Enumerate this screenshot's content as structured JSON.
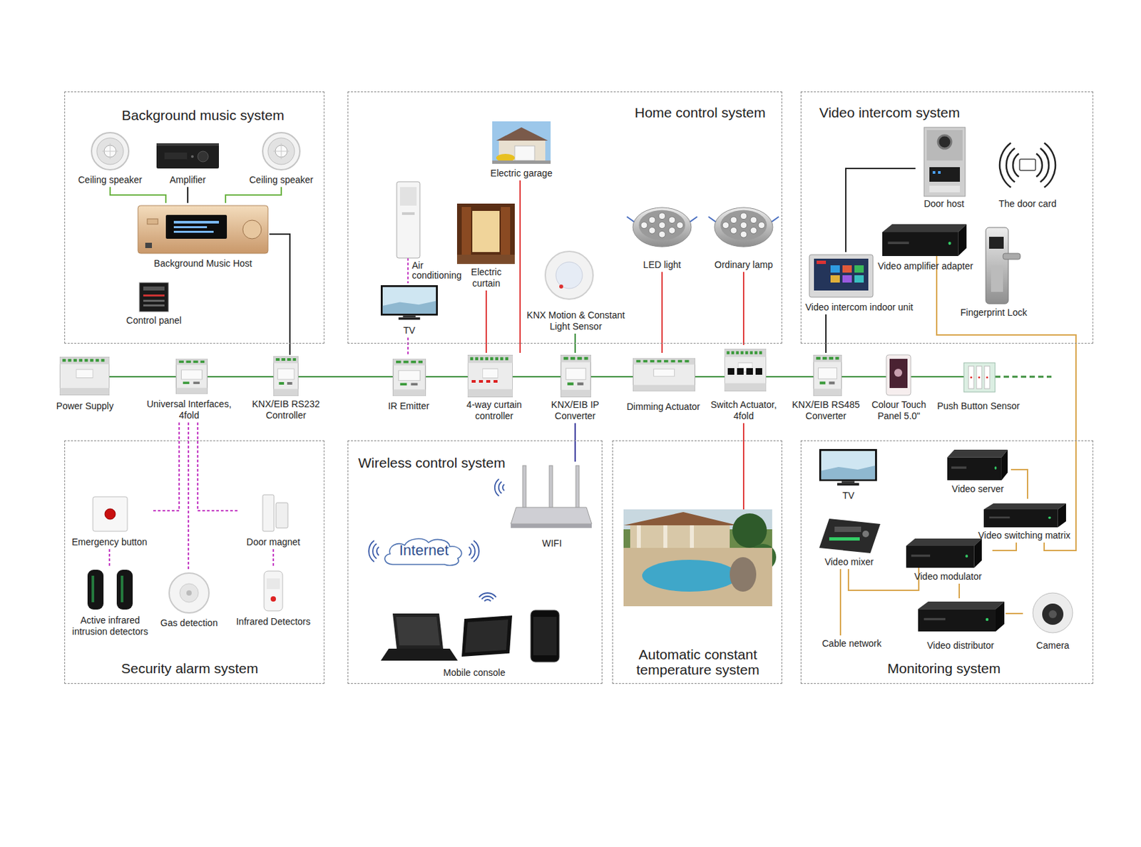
{
  "diagram": {
    "nodes": [
      {
        "text": [
          "Background music system"
        ]
      },
      {
        "text": [
          "Ceiling speaker"
        ],
        "in": 0
      },
      {
        "text": [
          "Amplifier"
        ],
        "in": 0
      },
      {
        "text": [
          "Ceiling speaker"
        ],
        "in": 0
      },
      {
        "text": [
          "Background Music Host"
        ],
        "in": 0
      },
      {
        "text": [
          "Control panel"
        ],
        "in": 0
      },
      {
        "text": [
          "Home control system"
        ]
      },
      {
        "text": [
          "Electric garage"
        ],
        "in": 6
      },
      {
        "text": [
          "Air conditioning"
        ],
        "in": 6
      },
      {
        "text": [
          "Electric curtain"
        ],
        "in": 6
      },
      {
        "text": [
          "TV"
        ],
        "in": 6
      },
      {
        "text": [
          "KNX Motion & Constant Light Sensor"
        ],
        "in": 6
      },
      {
        "text": [
          "LED light"
        ],
        "in": 6
      },
      {
        "text": [
          "Ordinary lamp"
        ],
        "in": 6
      },
      {
        "text": [
          "Video intercom system"
        ]
      },
      {
        "text": [
          "Door host"
        ],
        "in": 14
      },
      {
        "text": [
          "The door card"
        ],
        "in": 14
      },
      {
        "text": [
          "Video amplifier adapter"
        ],
        "in": 14
      },
      {
        "text": [
          "Video intercom indoor unit"
        ],
        "in": 14
      },
      {
        "text": [
          "Fingerprint Lock"
        ],
        "in": 14
      },
      {
        "text": [
          "Power Supply"
        ]
      },
      {
        "text": [
          "Universal Interfaces, 4fold"
        ]
      },
      {
        "text": [
          "KNX/EIB RS232 Controller"
        ]
      },
      {
        "text": [
          "IR Emitter"
        ]
      },
      {
        "text": [
          "4-way curtain controller"
        ]
      },
      {
        "text": [
          "KNX/EIB IP Converter"
        ]
      },
      {
        "text": [
          "Dimming Actuator"
        ]
      },
      {
        "text": [
          "Switch Actuator, 4fold"
        ]
      },
      {
        "text": [
          "KNX/EIB RS485 Converter"
        ]
      },
      {
        "text": [
          "Colour Touch Panel 5.0\""
        ]
      },
      {
        "text": [
          "Push Button Sensor"
        ]
      },
      {
        "text": [
          "Security alarm system"
        ]
      },
      {
        "text": [
          "Emergency button"
        ],
        "in": 31
      },
      {
        "text": [
          "Door magnet"
        ],
        "in": 31
      },
      {
        "text": [
          "Active infrared intrusion detectors"
        ],
        "in": 31
      },
      {
        "text": [
          "Gas detection"
        ],
        "in": 31
      },
      {
        "text": [
          "Infrared Detectors"
        ],
        "in": 31
      },
      {
        "text": [
          "Wireless control system"
        ]
      },
      {
        "text": [
          "WIFI"
        ],
        "in": 37
      },
      {
        "text": [
          "Internet"
        ],
        "in": 37
      },
      {
        "text": [
          "Mobile console"
        ],
        "in": 37
      },
      {
        "text": [
          "Automatic constant temperature system"
        ]
      },
      {
        "text": [
          "Monitoring system"
        ]
      },
      {
        "text": [
          "TV"
        ],
        "in": 42
      },
      {
        "text": [
          "Video server"
        ],
        "in": 42
      },
      {
        "text": [
          "Video switching matrix"
        ],
        "in": 42
      },
      {
        "text": [
          "Video mixer"
        ],
        "in": 42
      },
      {
        "text": [
          "Video modulator"
        ],
        "in": 42
      },
      {
        "text": [
          "Cable network"
        ],
        "in": 42
      },
      {
        "text": [
          "Video distributor"
        ],
        "in": 42
      },
      {
        "text": [
          "Camera"
        ],
        "in": 42
      }
    ],
    "edges": [
      {
        "from": 20,
        "to": 21,
        "arrow": "none"
      },
      {
        "from": 21,
        "to": 22,
        "arrow": "none"
      },
      {
        "from": 22,
        "to": 23,
        "arrow": "none"
      },
      {
        "from": 23,
        "to": 24,
        "arrow": "none"
      },
      {
        "from": 24,
        "to": 25,
        "arrow": "none"
      },
      {
        "from": 25,
        "to": 26,
        "arrow": "none"
      },
      {
        "from": 26,
        "to": 27,
        "arrow": "none"
      },
      {
        "from": 27,
        "to": 28,
        "arrow": "none"
      },
      {
        "from": 28,
        "to": 29,
        "arrow": "none"
      },
      {
        "from": 29,
        "to": 30,
        "arrow": "none"
      },
      {
        "from": 1,
        "to": 4,
        "arrow": "none"
      },
      {
        "from": 3,
        "to": 4,
        "arrow": "none"
      },
      {
        "from": 2,
        "to": 4,
        "arrow": "none"
      },
      {
        "from": 4,
        "to": 22,
        "arrow": "none"
      },
      {
        "from": 8,
        "to": 10,
        "arrow": "none"
      },
      {
        "from": 10,
        "to": 23,
        "arrow": "none"
      },
      {
        "from": 9,
        "to": 24,
        "arrow": "none"
      },
      {
        "from": 7,
        "to": 24,
        "arrow": "none"
      },
      {
        "from": 11,
        "to": 25,
        "arrow": "none"
      },
      {
        "from": 12,
        "to": 26,
        "arrow": "none"
      },
      {
        "from": 13,
        "to": 27,
        "arrow": "none"
      },
      {
        "from": 27,
        "to": 41,
        "arrow": "none"
      },
      {
        "from": 15,
        "to": 18,
        "arrow": "none"
      },
      {
        "from": 18,
        "to": 28,
        "arrow": "none"
      },
      {
        "from": 17,
        "to": 45,
        "arrow": "none"
      },
      {
        "from": 25,
        "to": 38,
        "arrow": "none"
      },
      {
        "from": 21,
        "to": 32,
        "arrow": "none"
      },
      {
        "from": 21,
        "to": 35,
        "arrow": "none"
      },
      {
        "from": 21,
        "to": 33,
        "arrow": "none"
      },
      {
        "from": 32,
        "to": 34,
        "arrow": "none"
      },
      {
        "from": 33,
        "to": 36,
        "arrow": "none"
      },
      {
        "from": 44,
        "to": 45,
        "arrow": "none"
      },
      {
        "from": 45,
        "to": 47,
        "arrow": "none"
      },
      {
        "from": 46,
        "to": 47,
        "arrow": "none"
      },
      {
        "from": 46,
        "to": 48,
        "arrow": "none"
      },
      {
        "from": 47,
        "to": 49,
        "arrow": "none"
      },
      {
        "from": 49,
        "to": 50,
        "arrow": "none"
      }
    ]
  }
}
